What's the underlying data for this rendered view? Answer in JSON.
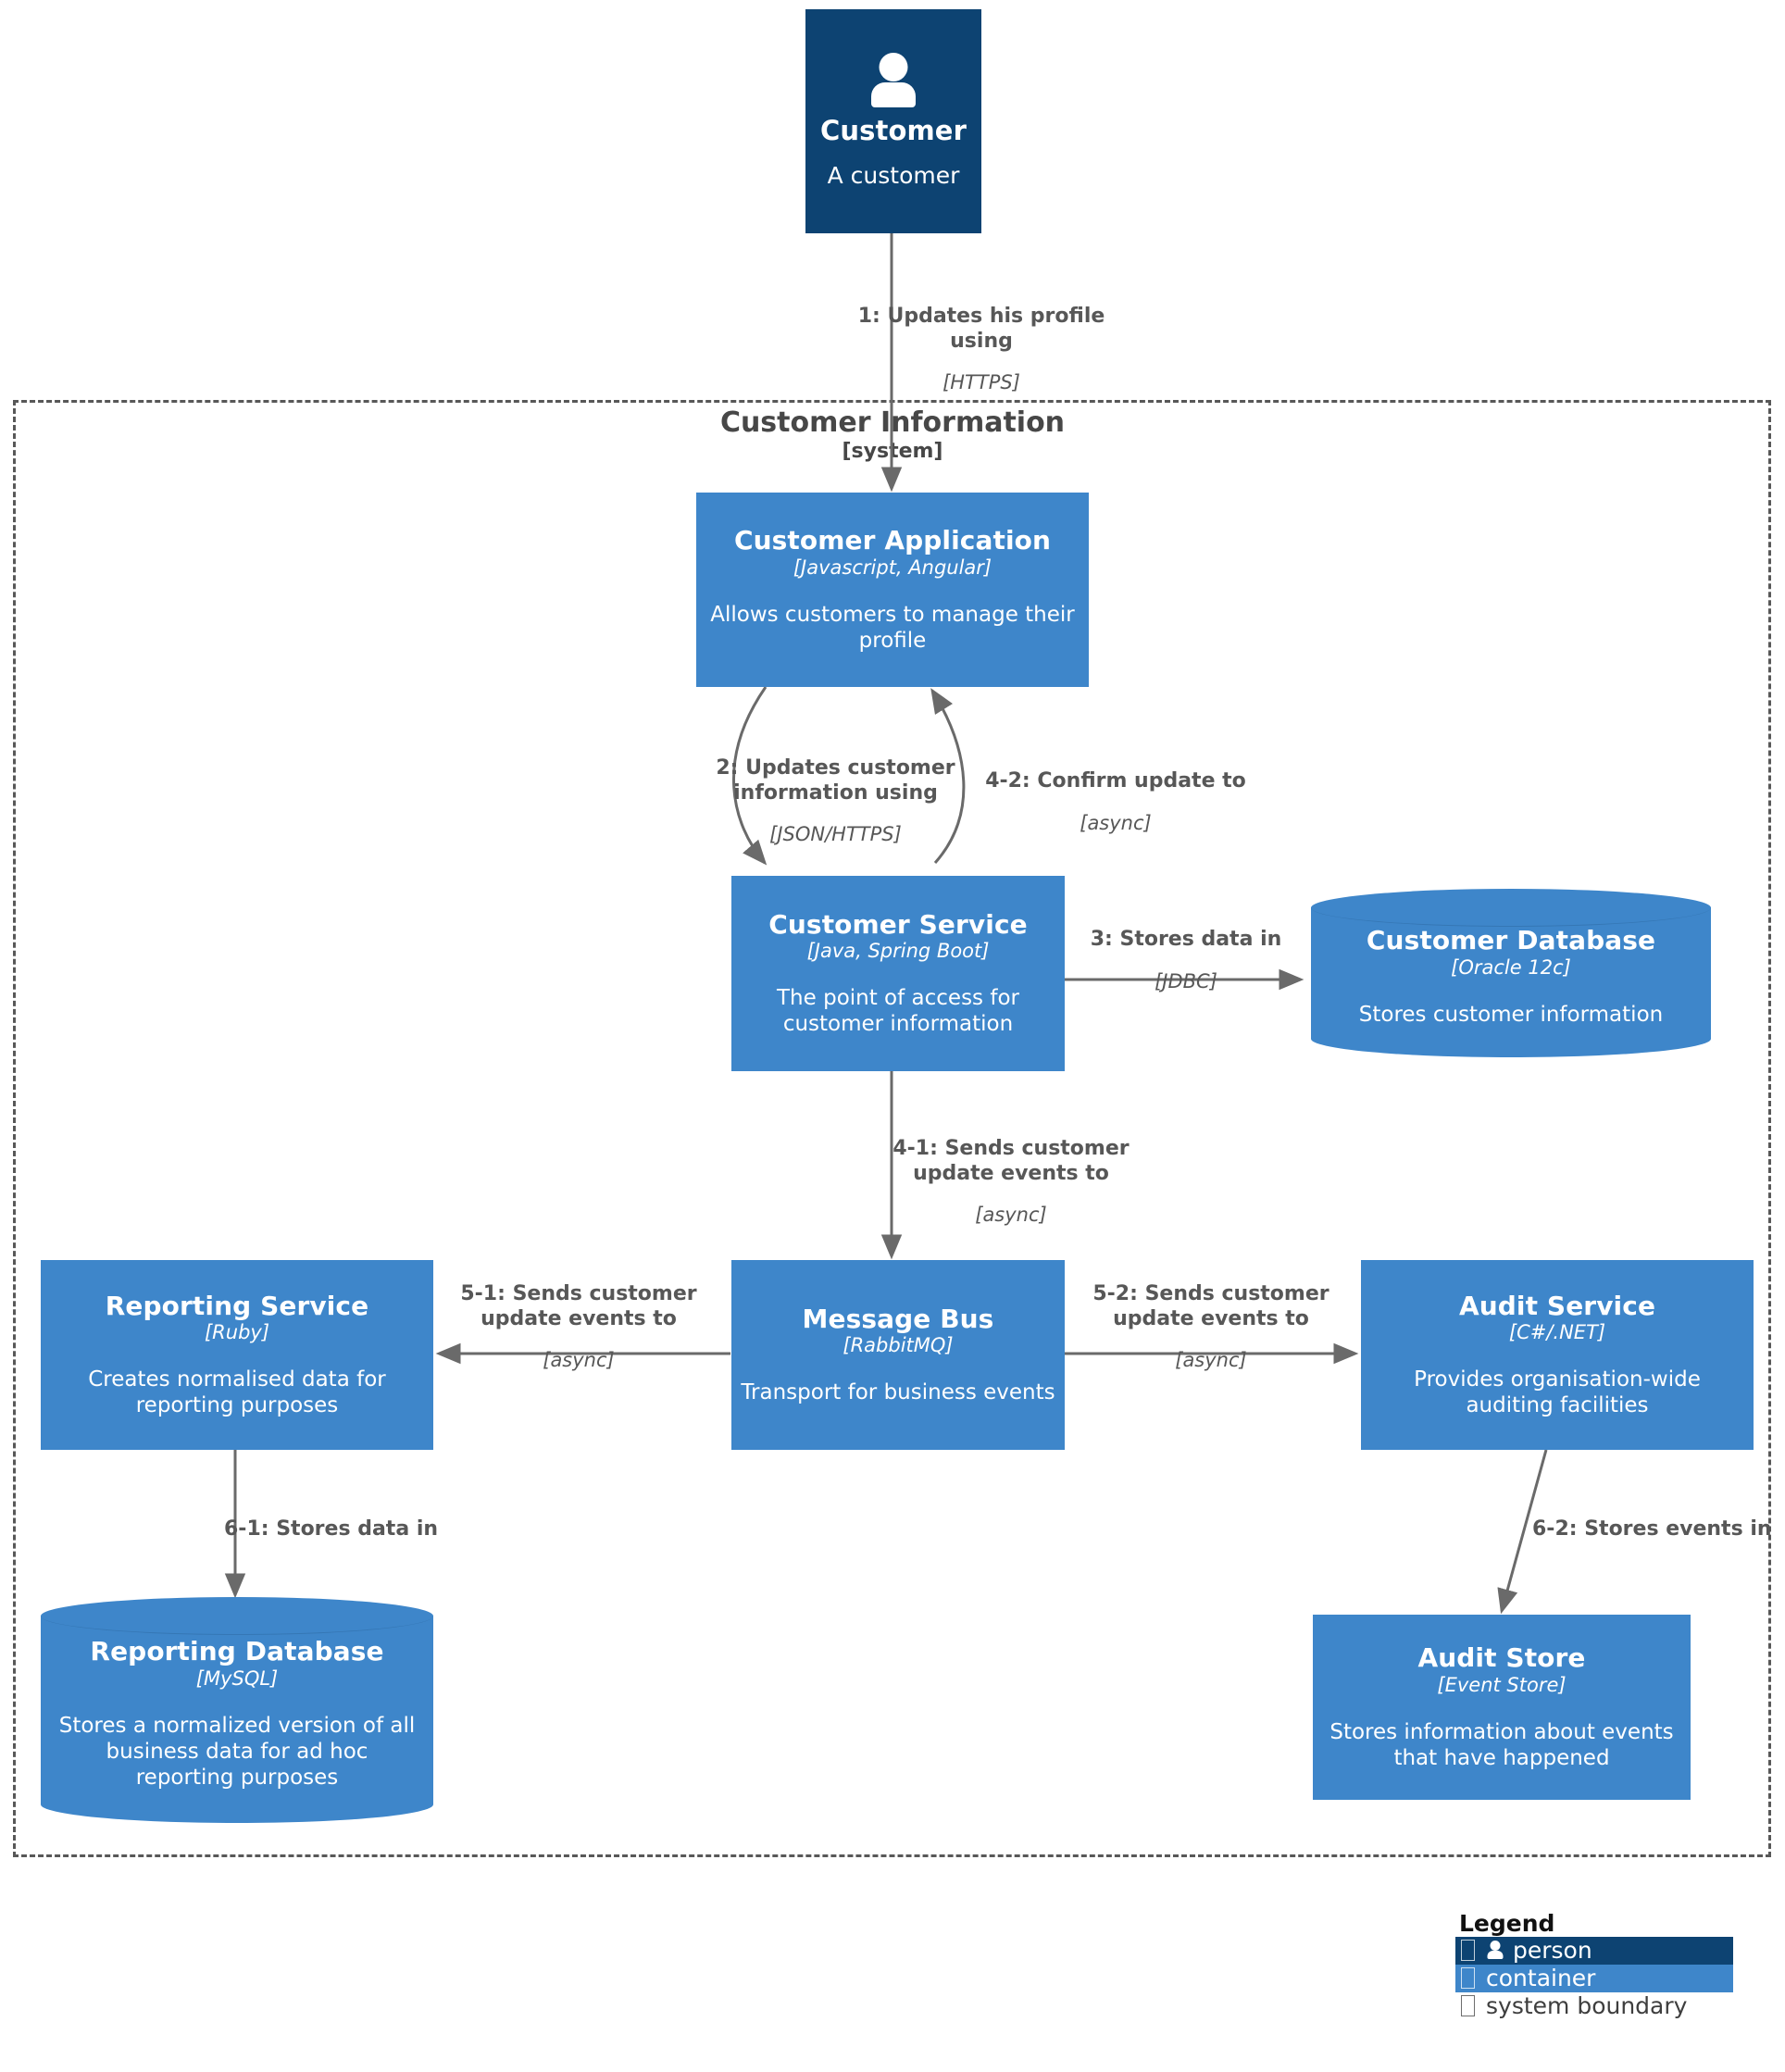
{
  "diagram": {
    "title": "Customer Information",
    "type_label": "[system]",
    "colors": {
      "person": "#0d4372",
      "container": "#3e86ca",
      "boundary": "#585858",
      "edge": "#6a6a6a",
      "edge_label": "#575757"
    }
  },
  "nodes": {
    "customer": {
      "name": "Customer",
      "tech": "",
      "description": "A customer",
      "shape": "person",
      "icon": "person-icon"
    },
    "customer_application": {
      "name": "Customer Application",
      "tech": "[Javascript, Angular]",
      "description": "Allows customers to manage their profile",
      "shape": "container"
    },
    "customer_service": {
      "name": "Customer Service",
      "tech": "[Java, Spring Boot]",
      "description": "The point of access for customer information",
      "shape": "container"
    },
    "customer_database": {
      "name": "Customer Database",
      "tech": "[Oracle 12c]",
      "description": "Stores customer information",
      "shape": "cylinder"
    },
    "message_bus": {
      "name": "Message Bus",
      "tech": "[RabbitMQ]",
      "description": "Transport for business events",
      "shape": "container"
    },
    "reporting_service": {
      "name": "Reporting Service",
      "tech": "[Ruby]",
      "description": "Creates normalised data for reporting purposes",
      "shape": "container"
    },
    "audit_service": {
      "name": "Audit Service",
      "tech": "[C#/.NET]",
      "description": "Provides organisation-wide auditing facilities",
      "shape": "container"
    },
    "reporting_database": {
      "name": "Reporting Database",
      "tech": "[MySQL]",
      "description": "Stores a normalized version of all business data for ad hoc reporting purposes",
      "shape": "cylinder"
    },
    "audit_store": {
      "name": "Audit Store",
      "tech": "[Event Store]",
      "description": "Stores information about events that have happened",
      "shape": "container"
    }
  },
  "edges": {
    "e1": {
      "text": "1: Updates his profile using",
      "tech": "[HTTPS]"
    },
    "e2": {
      "text": "2: Updates customer information using",
      "tech": "[JSON/HTTPS]"
    },
    "e3": {
      "text": "3: Stores data in",
      "tech": "[JDBC]"
    },
    "e41": {
      "text": "4-1: Sends customer update events to",
      "tech": "[async]"
    },
    "e42": {
      "text": "4-2: Confirm update to",
      "tech": "[async]"
    },
    "e51": {
      "text": "5-1: Sends customer update events to",
      "tech": "[async]"
    },
    "e52": {
      "text": "5-2: Sends customer update events to",
      "tech": "[async]"
    },
    "e61": {
      "text": "6-1: Stores data in",
      "tech": ""
    },
    "e62": {
      "text": "6-2: Stores events in",
      "tech": ""
    }
  },
  "legend": {
    "title": "Legend",
    "items": [
      {
        "label": "person",
        "icon": "person-icon"
      },
      {
        "label": "container",
        "icon": "missing-glyph-icon"
      },
      {
        "label": "system boundary",
        "icon": "missing-glyph-icon"
      }
    ]
  }
}
